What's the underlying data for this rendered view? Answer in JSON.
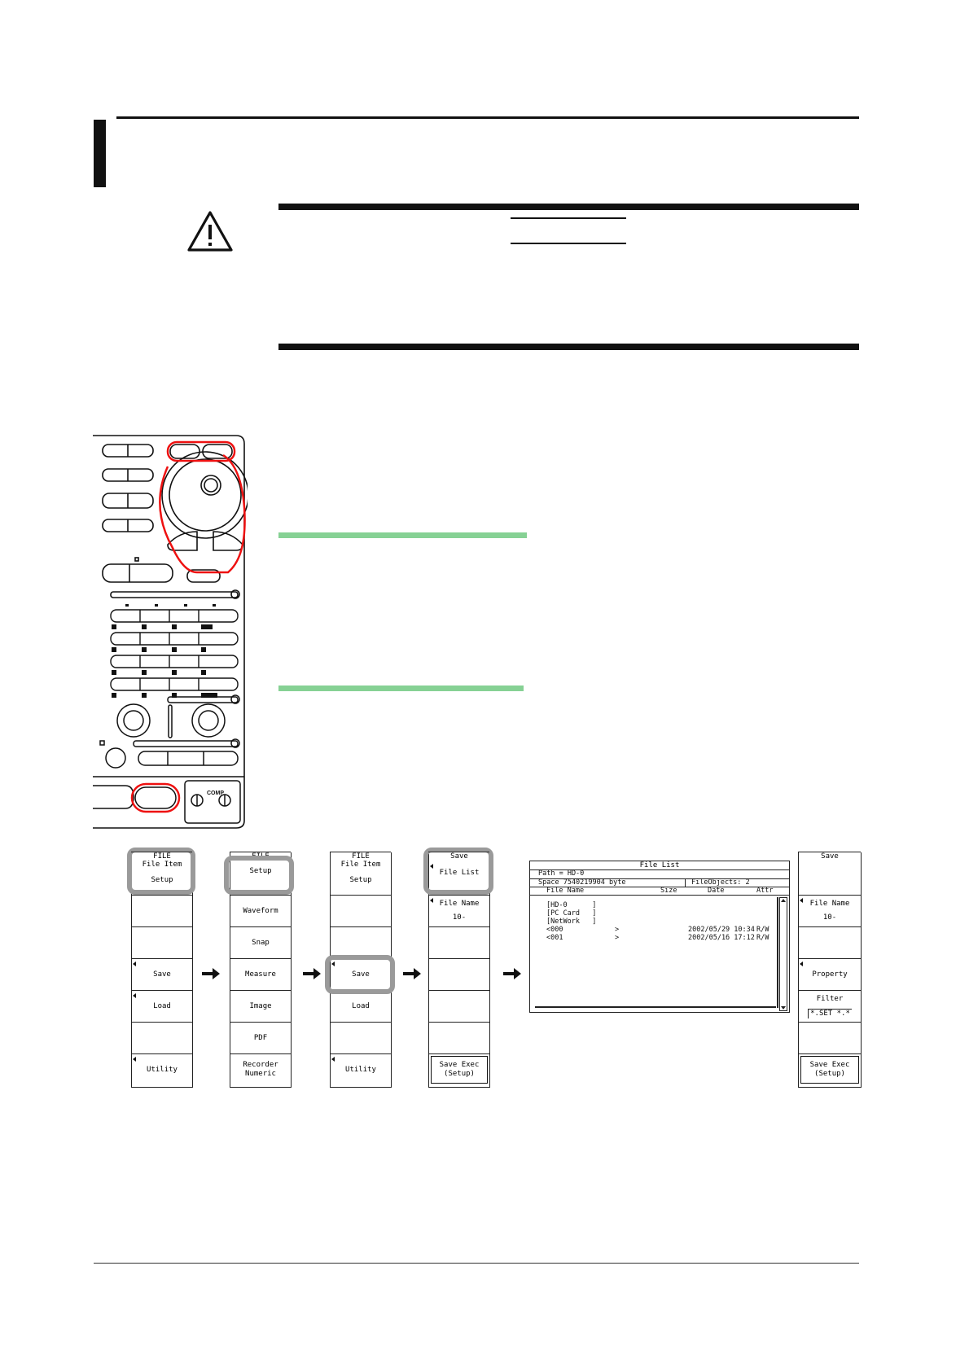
{
  "menus": [
    {
      "header": [
        "FILE",
        "File Item",
        "Setup"
      ],
      "cells": [
        [
          ""
        ],
        [
          ""
        ],
        [
          "Save"
        ],
        [
          "Load"
        ],
        [
          ""
        ],
        [
          "Utility"
        ]
      ],
      "arrows": [
        false,
        false,
        true,
        true,
        false,
        true
      ]
    },
    {
      "header": [
        "FILE",
        "Setup"
      ],
      "cells": [
        [
          "Waveform"
        ],
        [
          "Snap"
        ],
        [
          "Measure"
        ],
        [
          "Image"
        ],
        [
          "PDF"
        ],
        [
          "Recorder",
          "Numeric"
        ]
      ],
      "arrows": [
        false,
        false,
        false,
        false,
        false,
        false
      ]
    },
    {
      "header": [
        "FILE",
        "File Item",
        "Setup"
      ],
      "cells": [
        [
          ""
        ],
        [
          ""
        ],
        [
          "Save"
        ],
        [
          "Load"
        ],
        [
          ""
        ],
        [
          "Utility"
        ]
      ],
      "arrows": [
        false,
        false,
        true,
        false,
        false,
        true
      ]
    },
    {
      "header": [
        "Save",
        "File List"
      ],
      "cells": [
        [
          "File Name",
          "10-"
        ],
        [
          ""
        ],
        [
          ""
        ],
        [
          ""
        ],
        [
          ""
        ],
        [
          "Save Exec",
          "(Setup)"
        ]
      ],
      "arrows": [
        true,
        false,
        false,
        false,
        false,
        false
      ]
    },
    {
      "header": [
        "Save",
        ""
      ],
      "cells": [
        [
          "File Name",
          "10-"
        ],
        [
          ""
        ],
        [
          "Property"
        ],
        [
          "Filter",
          "*.SET    *.*"
        ],
        [
          ""
        ],
        [
          "Save Exec",
          "(Setup)"
        ]
      ],
      "arrows": [
        true,
        false,
        true,
        false,
        false,
        false
      ]
    }
  ],
  "file_list": {
    "title": "File List",
    "path": "Path = HD-0",
    "space": "Space 7540219904 byte",
    "file_objects": "FileObjects: 2",
    "columns": [
      "File Name",
      "Size",
      "Date",
      "Attr"
    ],
    "rows": [
      [
        "[HD-0      ]",
        "",
        "",
        ""
      ],
      [
        "[PC Card   ]",
        "",
        "",
        ""
      ],
      [
        "[NetWork   ]",
        "",
        "",
        ""
      ],
      [
        "<000",
        ">",
        "2002/05/29 10:34",
        "R/W"
      ],
      [
        "<001",
        ">",
        "2002/05/16 17:12",
        "R/W"
      ]
    ]
  },
  "panel": {
    "comp_label": "COMP"
  }
}
